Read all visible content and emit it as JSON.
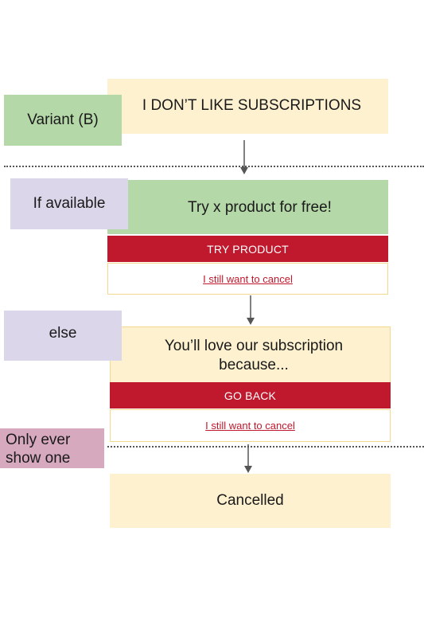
{
  "top_box": {
    "label": "I DON’T LIKE SUBSCRIPTIONS"
  },
  "variant_tag": {
    "label": "Variant (B)"
  },
  "if_available_tag": {
    "label": "If available"
  },
  "try_card": {
    "title": "Try x product for free!",
    "button_label": "TRY PRODUCT",
    "cancel_link": "I still want to cancel"
  },
  "else_tag": {
    "label": "else"
  },
  "love_card": {
    "title": "You’ll love our subscription because...",
    "button_label": "GO BACK",
    "cancel_link": "I still want to cancel"
  },
  "only_one_tag": {
    "label": "Only ever show one"
  },
  "cancelled_box": {
    "label": "Cancelled"
  },
  "colors": {
    "cream": "#fdf1cf",
    "green": "#b4d8a8",
    "lavender": "#dcd6ea",
    "pink": "#d6a9bf",
    "red": "#c0182c"
  }
}
